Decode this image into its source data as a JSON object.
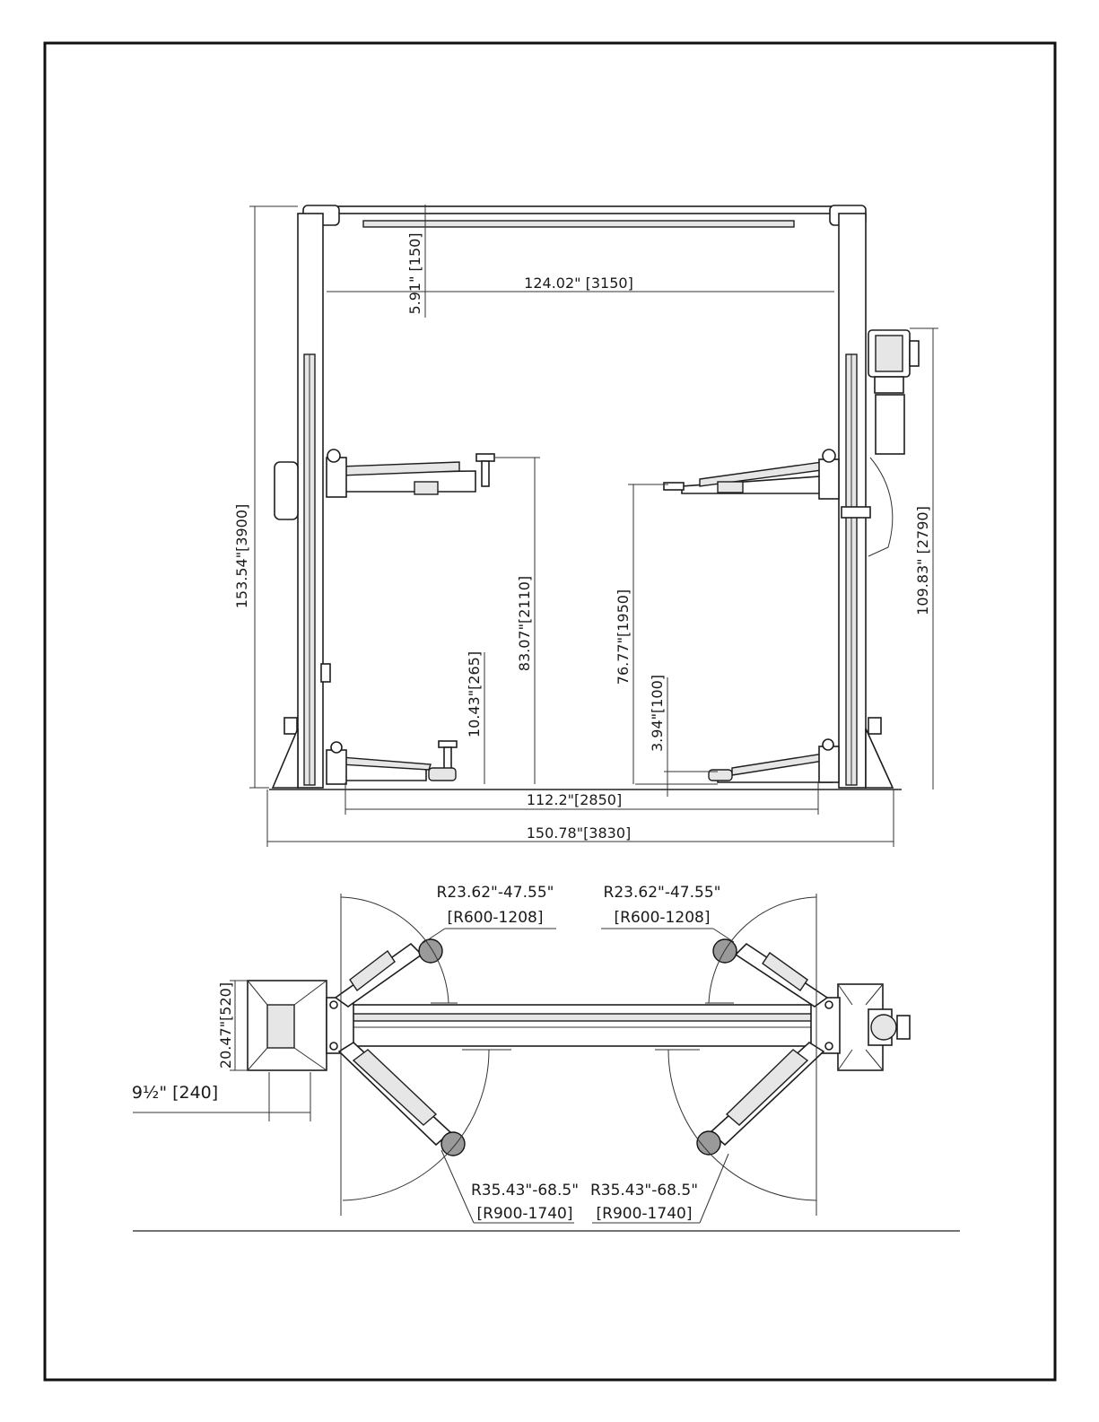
{
  "front_view": {
    "overall_height": "153.54\"[3900]",
    "inner_width": "124.02\" [3150]",
    "top_clearance": "5.91\" [150]",
    "max_lift_left": "83.07\"[2110]",
    "min_height_left": "10.43\"[265]",
    "max_lift_right": "76.77\"[1950]",
    "min_height_right": "3.94\"[100]",
    "motor_height": "109.83\" [2790]",
    "drive_through": "112.2\"[2850]",
    "overall_width": "150.78\"[3830]"
  },
  "top_view": {
    "short_arm_left": {
      "line1": "R23.62\"-47.55\"",
      "line2": "[R600-1208]"
    },
    "short_arm_right": {
      "line1": "R23.62\"-47.55\"",
      "line2": "[R600-1208]"
    },
    "long_arm_left": {
      "line1": "R35.43\"-68.5\"",
      "line2": "[R900-1740]"
    },
    "long_arm_right": {
      "line1": "R35.43\"-68.5\"",
      "line2": "[R900-1740]"
    },
    "base_depth": "20.47\"[520]",
    "column_offset": "9½\" [240]"
  },
  "colors": {
    "line": "#1e1e1e",
    "frame": "#111111",
    "shade": "#e6e6e6"
  }
}
